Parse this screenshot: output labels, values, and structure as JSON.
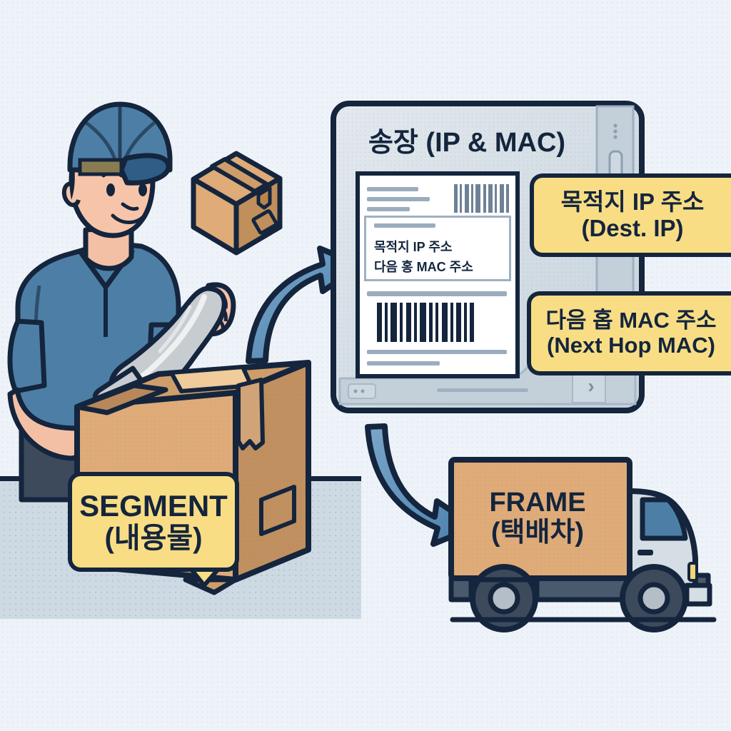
{
  "meta": {
    "title": "네트워크 캡슐화 비유 다이어그램",
    "background_color": "#eef3f9",
    "accent_navy": "#14253d",
    "accent_yellow": "#f8dd84",
    "accent_blue": "#4a80ad",
    "accent_cardboard": "#dfab79",
    "floor_gray": "#cdd9e3"
  },
  "tablet": {
    "title": "송장 (IP & MAC)",
    "label_document": {
      "text_line_1": "목적지 IP 주소",
      "text_line_2": "다음 홍 MAC 주소",
      "barcode_small_name": "small-barcode",
      "barcode_large_name": "large-barcode"
    },
    "nav_next_label": "›"
  },
  "callouts": [
    {
      "name": "dest-ip",
      "line1": "목적지 IP 주소",
      "line2": "(Dest. IP)",
      "color": "#f8dd84"
    },
    {
      "name": "next-hop-mac",
      "line1": "다음 홉 MAC 주소",
      "line2": "(Next Hop MAC)",
      "color": "#f8dd84"
    }
  ],
  "segment_label": {
    "line1": "SEGMENT",
    "line2": "(내용물)",
    "color": "#f8dd84"
  },
  "truck": {
    "frame_label_line1": "FRAME",
    "frame_label_line2": "(택배차)",
    "body_color": "#dfab79",
    "cab_color": "#d6dee5"
  },
  "icons": {
    "arrow_up_right": "curved-arrow-up-right-icon",
    "arrow_down_right": "curved-arrow-down-right-icon",
    "chevron_right": "chevron-right-icon",
    "box_small": "cardboard-box-icon",
    "box_large": "open-cardboard-box-icon",
    "worker": "delivery-worker-icon",
    "truck": "delivery-truck-icon",
    "barcode": "barcode-icon"
  }
}
